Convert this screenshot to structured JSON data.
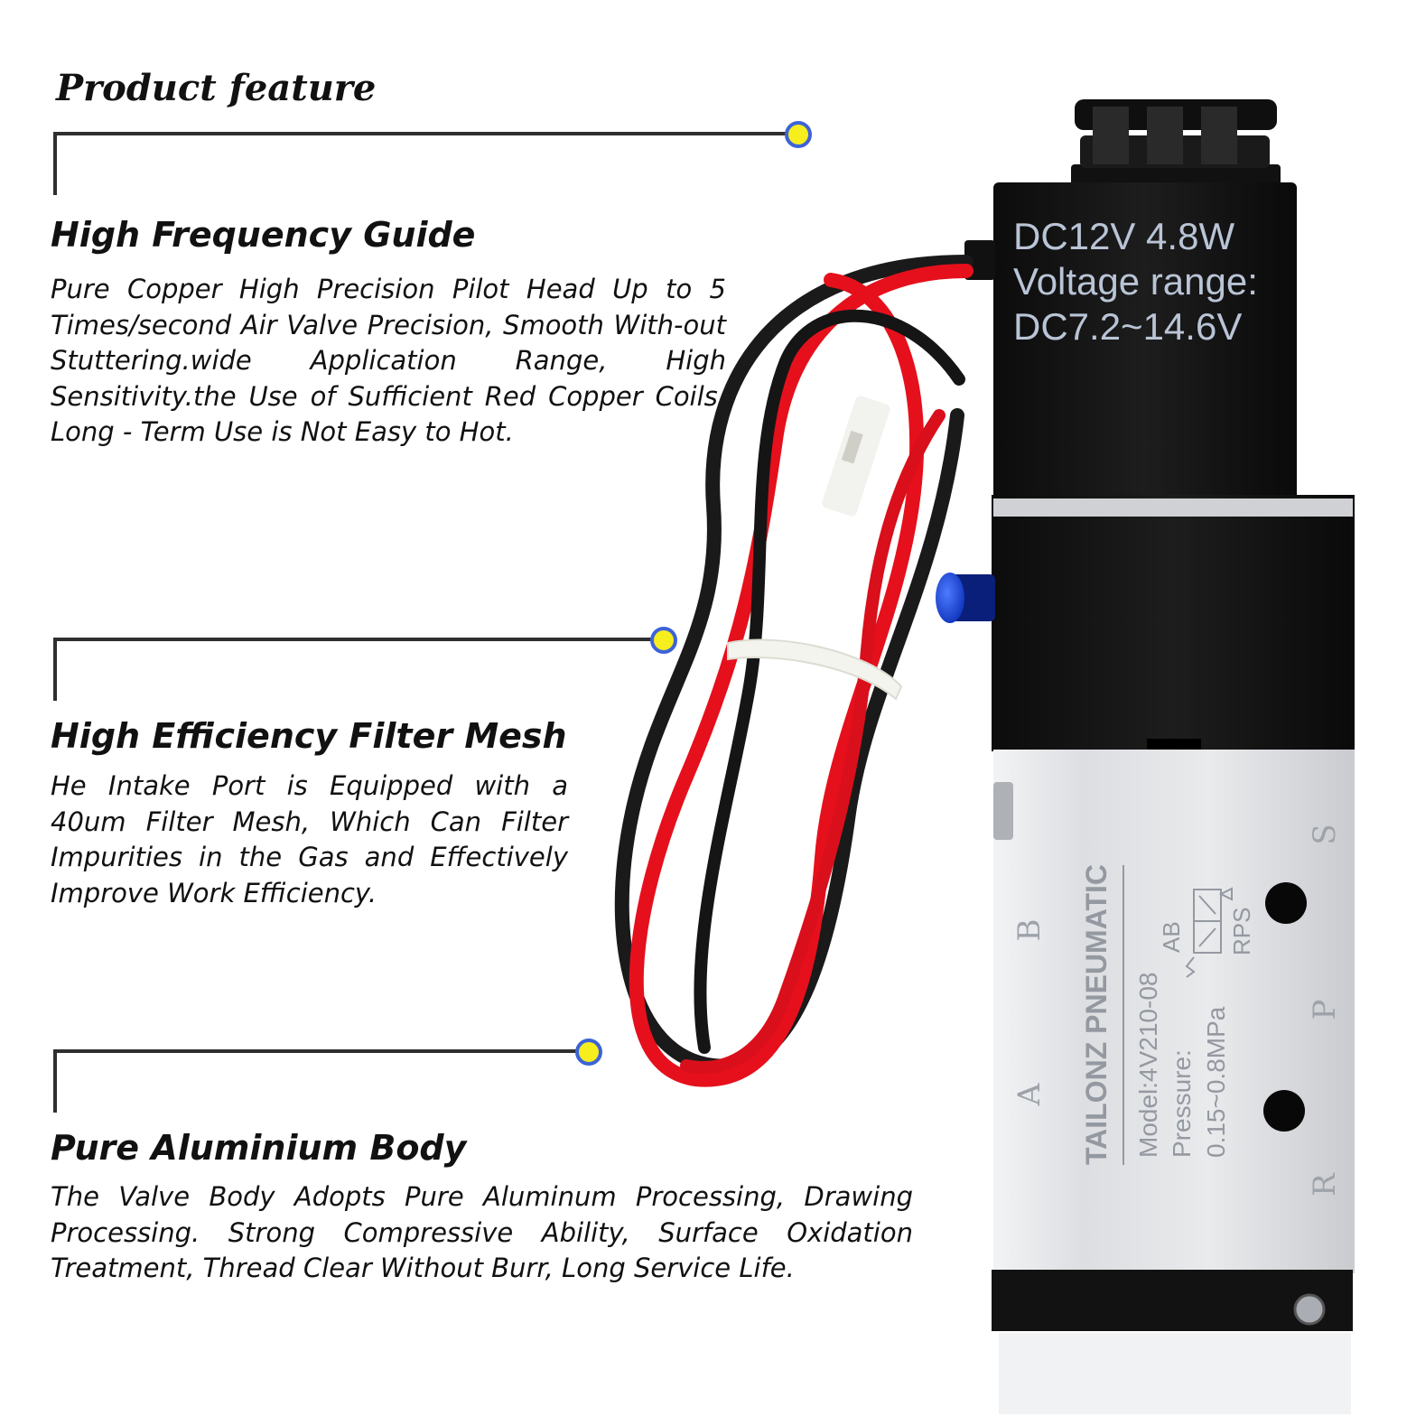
{
  "page_title": "Product feature",
  "features": [
    {
      "title": "High Frequency Guide",
      "description": "Pure Copper High Precision Pilot Head Up to 5 Times/second Air Valve Precision, Smooth With-out Stuttering.wide Application Range, High Sensitivity.the Use of Sufficient Red Copper Coils, Long - Term Use is Not Easy to Hot."
    },
    {
      "title": "High Efficiency Filter Mesh",
      "description": "He Intake Port is Equipped with a 40um Filter Mesh, Which Can Filter Impurities in the Gas and Effectively Improve Work Efficiency."
    },
    {
      "title": "Pure Aluminium Body",
      "description": "The Valve Body Adopts Pure Aluminum Processing, Drawing Processing. Strong Compressive Ability, Surface Oxidation Treatment, Thread Clear Without Burr, Long Service Life."
    }
  ],
  "coil_label": {
    "line1": "DC12V  4.8W",
    "line2": "Voltage range:",
    "line3": "DC7.2~14.6V"
  },
  "body_label": {
    "brand": "TAILONZ PNEUMATIC",
    "model": "Model:4V210-08",
    "pressure_label": "Pressure:",
    "pressure_value": "0.15~0.8MPa",
    "port_ab": "AB",
    "port_rps": "RPS"
  },
  "port_letters": {
    "a": "A",
    "b": "B",
    "p": "P",
    "r": "R",
    "s": "S"
  },
  "colors": {
    "dot_fill": "#f6ee1d",
    "dot_ring": "#3d63d8",
    "line": "#2f2f2f",
    "wire_red": "#e5101c",
    "wire_black": "#1a1a1a",
    "coil_text": "#b9c4d6",
    "aluminum": "#dcdde0"
  }
}
